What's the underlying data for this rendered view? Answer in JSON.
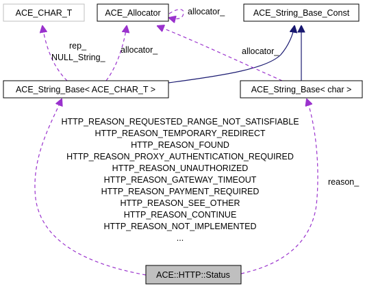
{
  "nodes": {
    "ace_char_t": {
      "label": "ACE_CHAR_T"
    },
    "ace_allocator": {
      "label": "ACE_Allocator"
    },
    "ace_string_base_const": {
      "label": "ACE_String_Base_Const"
    },
    "ace_string_base_char_t": {
      "label": "ACE_String_Base< ACE_CHAR_T >"
    },
    "ace_string_base_char": {
      "label": "ACE_String_Base< char >"
    },
    "ace_http_status": {
      "label": "ACE::HTTP::Status"
    }
  },
  "edge_labels": {
    "allocator_self": "allocator_",
    "rep": "rep_",
    "null_string": "NULL_String_",
    "allocator_from_base_char_t": "allocator_",
    "allocator_from_base_char": "allocator_",
    "reason": "reason_"
  },
  "status_members": [
    "HTTP_REASON_REQUESTED_RANGE_NOT_SATISFIABLE",
    "HTTP_REASON_TEMPORARY_REDIRECT",
    "HTTP_REASON_FOUND",
    "HTTP_REASON_PROXY_AUTHENTICATION_REQUIRED",
    "HTTP_REASON_UNAUTHORIZED",
    "HTTP_REASON_GATEWAY_TIMEOUT",
    "HTTP_REASON_PAYMENT_REQUIRED",
    "HTTP_REASON_SEE_OTHER",
    "HTTP_REASON_CONTINUE",
    "HTTP_REASON_NOT_IMPLEMENTED",
    "..."
  ],
  "colors": {
    "inheritance_edge": "#191970",
    "usage_edge": "#9a32cd",
    "node_border": "#000000",
    "muted_border": "#bfbfbf",
    "highlight_fill": "#bfbfbf"
  }
}
